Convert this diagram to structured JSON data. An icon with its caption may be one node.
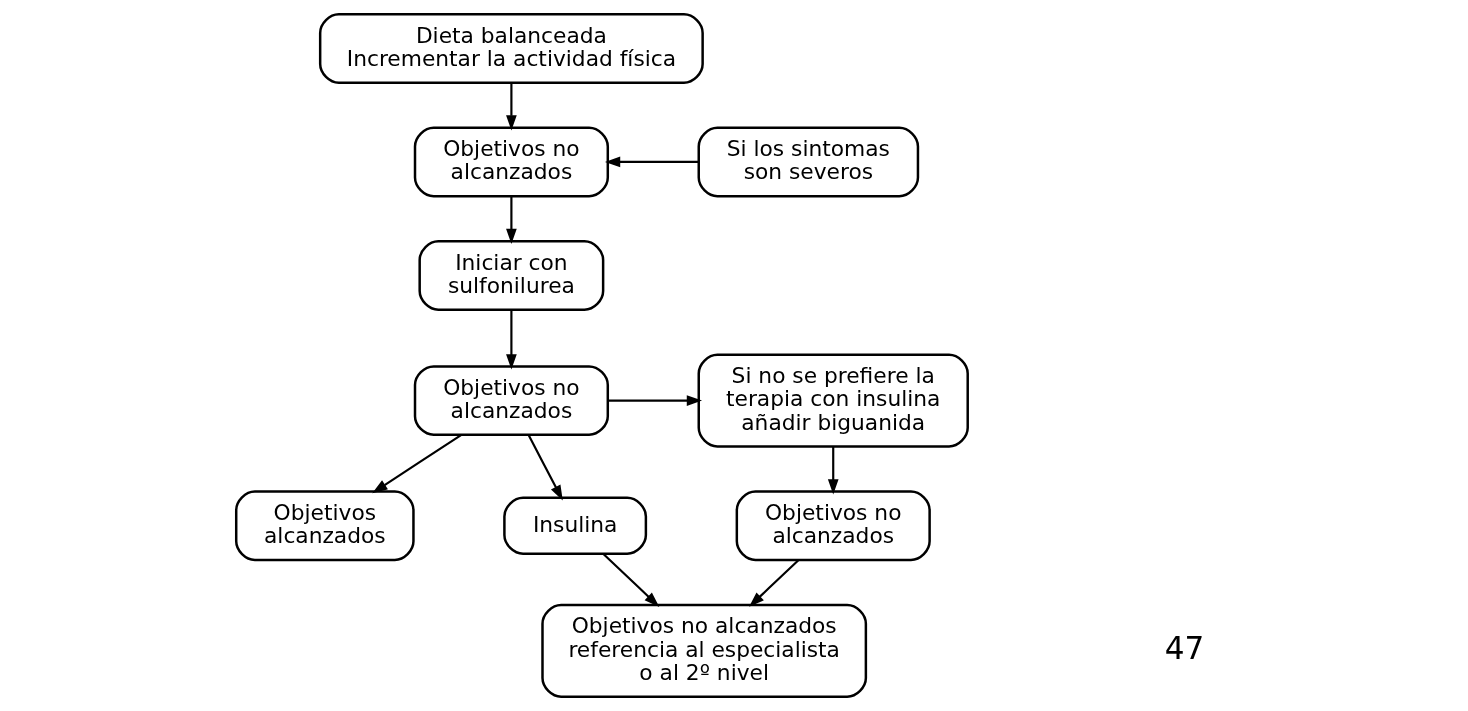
{
  "diagram": {
    "nodes": [
      {
        "text": [
          "Dieta balanceada",
          "Incrementar la actividad física"
        ]
      },
      {
        "text": [
          "Objetivos no alcanzados"
        ]
      },
      {
        "text": [
          "Si los sintomas son severos"
        ]
      },
      {
        "text": [
          "Iniciar con sulfonilurea"
        ]
      },
      {
        "text": [
          "Objetivos no alcanzados"
        ]
      },
      {
        "text": [
          "Si no se prefiere la terapia con insulina añadir biguanida"
        ]
      },
      {
        "text": [
          "Objetivos alcanzados"
        ]
      },
      {
        "text": [
          "Insulina"
        ]
      },
      {
        "text": [
          "Objetivos no alcanzados"
        ]
      },
      {
        "text": [
          "Objetivos no alcanzados referencia al especialista o al 2º nivel"
        ]
      }
    ],
    "edges": [
      {
        "from": 0,
        "to": 1,
        "arrow": "to"
      },
      {
        "from": 2,
        "to": 1,
        "arrow": "to"
      },
      {
        "from": 1,
        "to": 3,
        "arrow": "to"
      },
      {
        "from": 3,
        "to": 4,
        "arrow": "to"
      },
      {
        "from": 4,
        "to": 6,
        "arrow": "to"
      },
      {
        "from": 4,
        "to": 7,
        "arrow": "to"
      },
      {
        "from": 4,
        "to": 5,
        "arrow": "to"
      },
      {
        "from": 5,
        "to": 8,
        "arrow": "to"
      },
      {
        "from": 7,
        "to": 9,
        "arrow": "to"
      },
      {
        "from": 8,
        "to": 9,
        "arrow": "to"
      }
    ],
    "labels": [
      "47"
    ]
  }
}
